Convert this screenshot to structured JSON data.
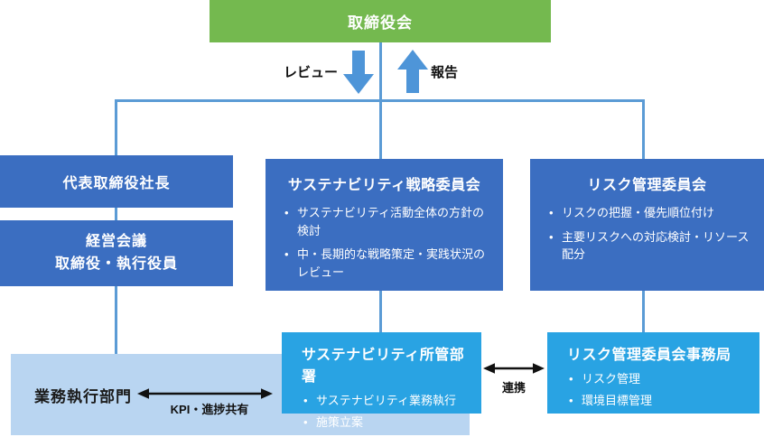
{
  "colors": {
    "board_green": "#74B94F",
    "dark_blue": "#3B6EC1",
    "bright_blue": "#29A3E3",
    "light_blue": "#B9D5F1",
    "connector_blue": "#5B9BD5",
    "flow_arrow_blue": "#4E95D8",
    "black_arrow": "#111111"
  },
  "board": {
    "title": "取締役会"
  },
  "flow": {
    "review_label": "レビュー",
    "report_label": "報告"
  },
  "president_box": {
    "title": "代表取締役社長"
  },
  "management_box": {
    "line1": "経営会議",
    "line2": "取締役・執行役員"
  },
  "sustainability_committee": {
    "title": "サステナビリティ戦略委員会",
    "bullets": [
      "サステナビリティ活動全体の方針の検討",
      "中・長期的な戦略策定・実践状況のレビュー"
    ]
  },
  "risk_committee": {
    "title": "リスク管理委員会",
    "bullets": [
      "リスクの把握・優先順位付け",
      "主要リスクへの対応検討・リソース配分"
    ]
  },
  "execution_division": {
    "title": "業務執行部門",
    "kpi_arrow_label": "KPI・進捗共有"
  },
  "sustainability_department": {
    "title": "サステナビリティ所管部署",
    "bullets": [
      "サステナビリティ業務執行",
      "施策立案"
    ]
  },
  "risk_secretariat": {
    "title": "リスク管理委員会事務局",
    "bullets": [
      "リスク管理",
      "環境目標管理"
    ]
  },
  "cooperation": {
    "label": "連携"
  }
}
